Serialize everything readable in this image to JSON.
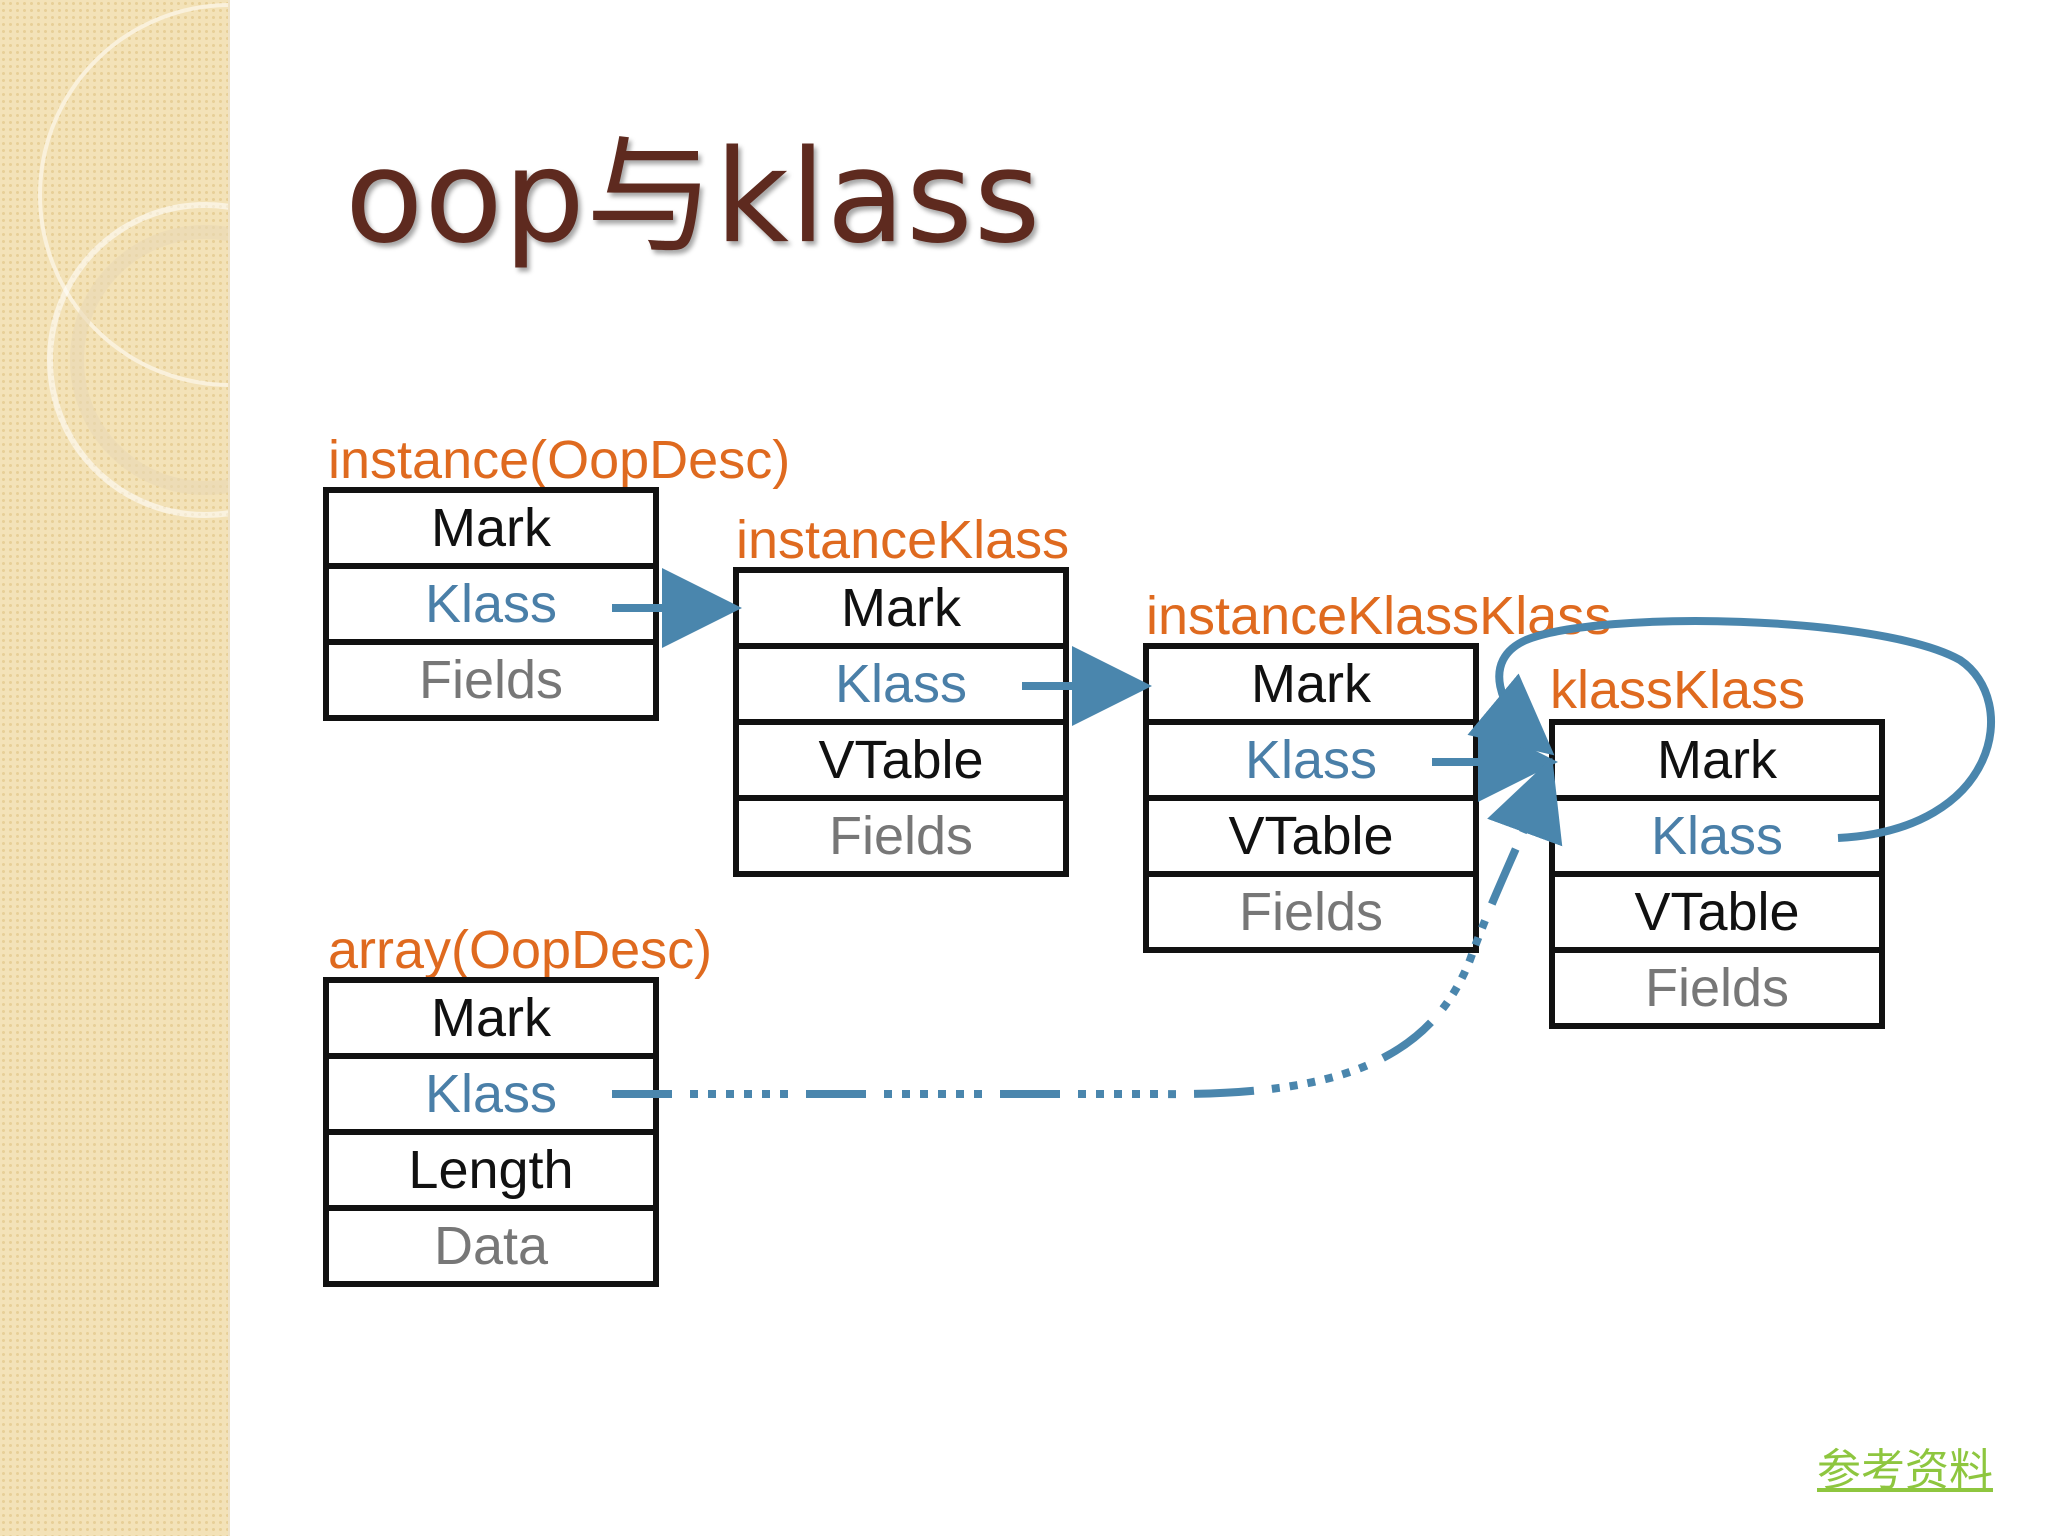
{
  "slide": {
    "title": "oop与klass",
    "reference_link": "参考资料"
  },
  "colors": {
    "title": "#5e2a1f",
    "label": "#df6a1f",
    "klass_text": "#4a7fa8",
    "fields_text": "#777777",
    "arrow": "#4a86ad",
    "link": "#8ec63f"
  },
  "diagram": {
    "instance": {
      "label": "instance(OopDesc)",
      "cells": [
        "Mark",
        "Klass",
        "Fields"
      ]
    },
    "instanceKlass": {
      "label": "instanceKlass",
      "cells": [
        "Mark",
        "Klass",
        "VTable",
        "Fields"
      ]
    },
    "instanceKlassKlass": {
      "label": "instanceKlassKlass",
      "cells": [
        "Mark",
        "Klass",
        "VTable",
        "Fields"
      ]
    },
    "klassKlass": {
      "label": "klassKlass",
      "cells": [
        "Mark",
        "Klass",
        "VTable",
        "Fields"
      ]
    },
    "array": {
      "label": "array(OopDesc)",
      "cells": [
        "Mark",
        "Klass",
        "Length",
        "Data"
      ]
    }
  }
}
